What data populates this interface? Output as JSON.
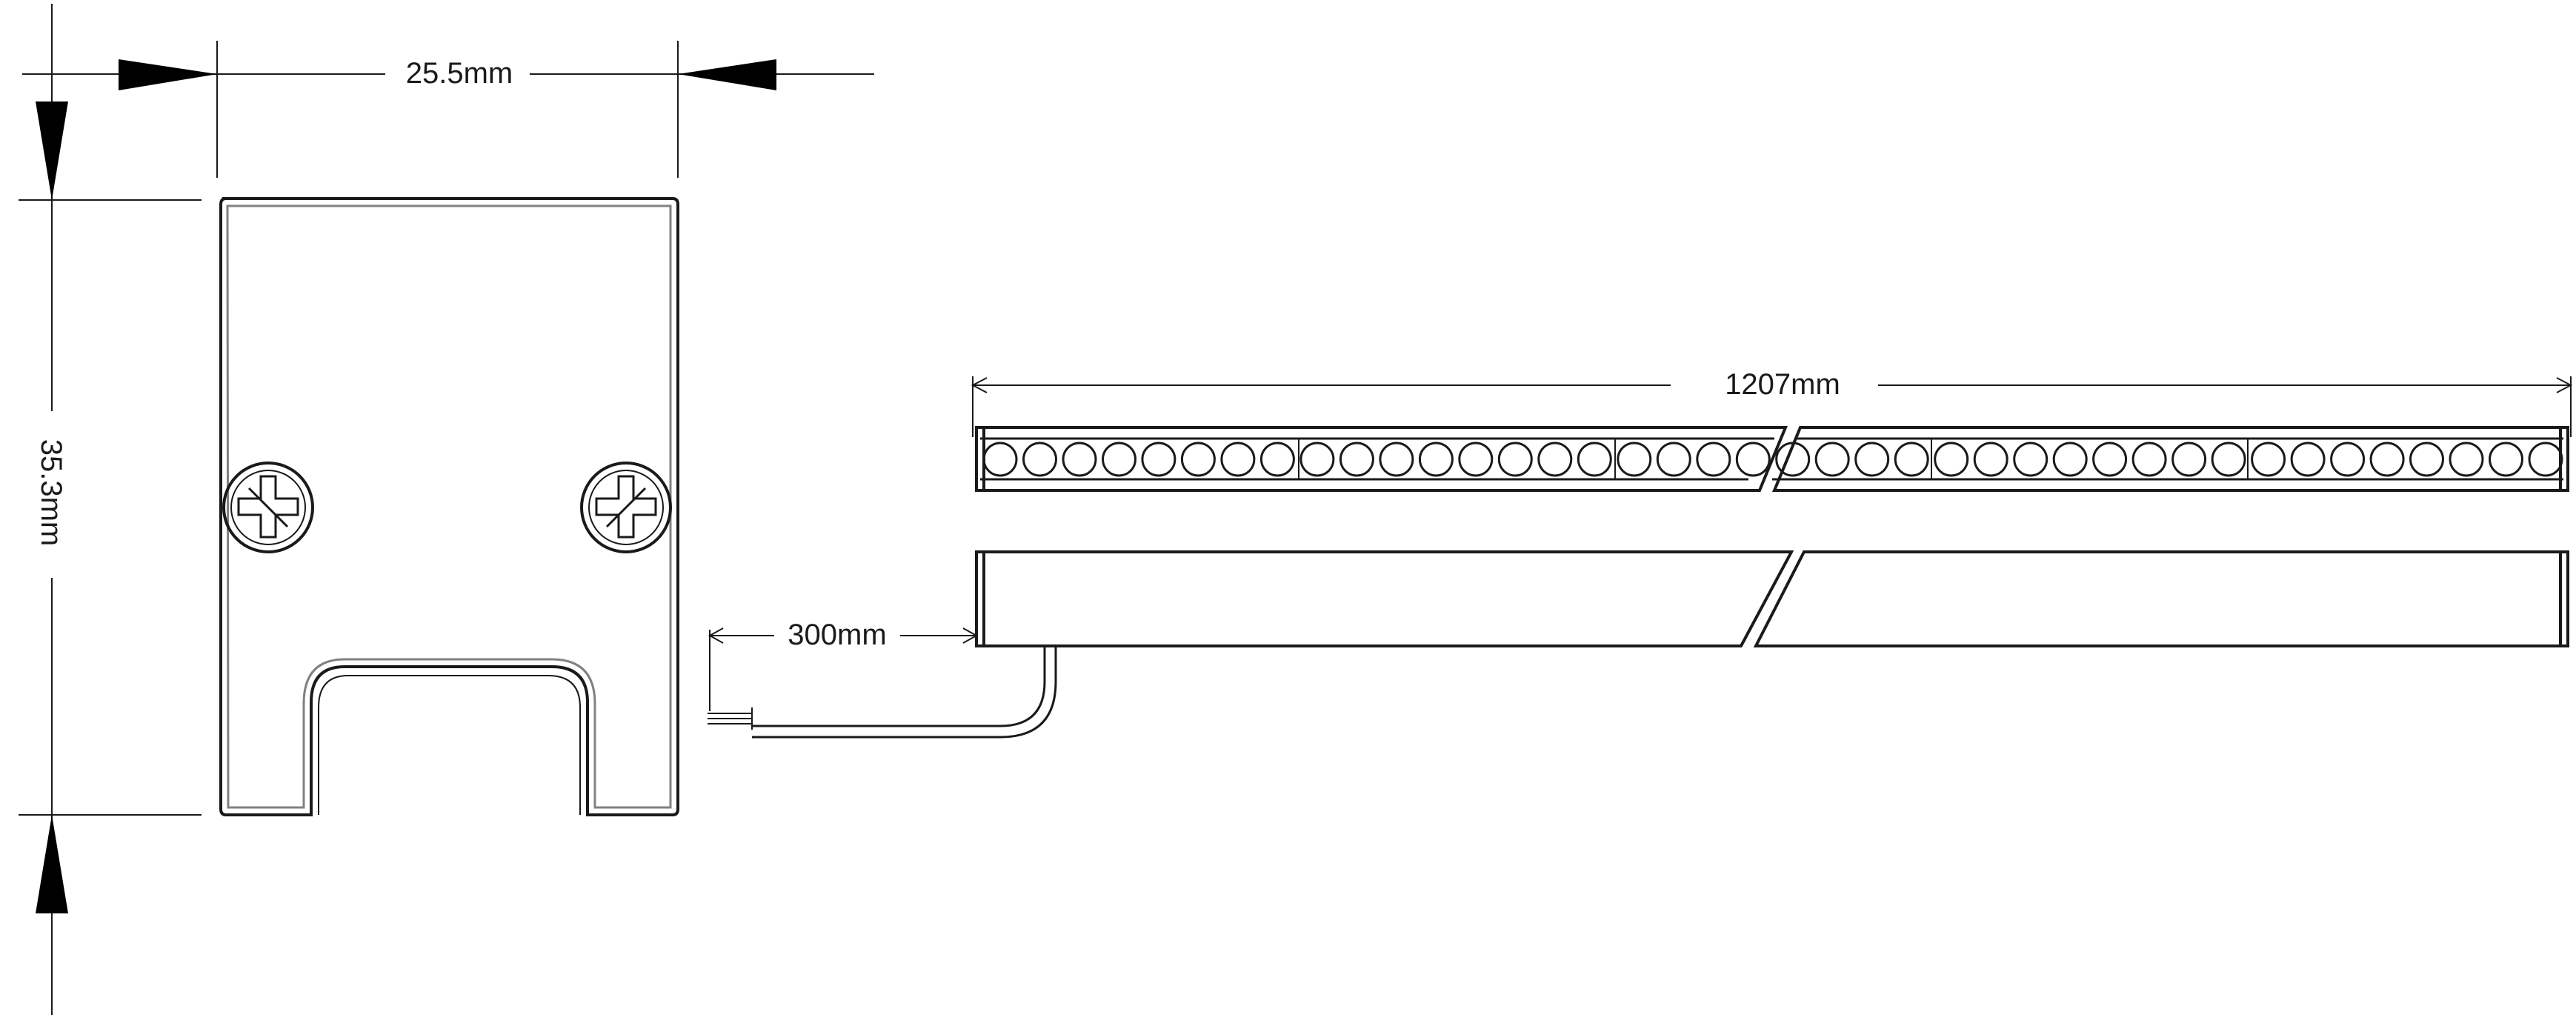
{
  "dimensions": {
    "bracket_width": "25.5mm",
    "bracket_height": "35.3mm",
    "fixture_length": "1207mm",
    "cable_length": "300mm"
  },
  "led_count_visible": 40,
  "colors": {
    "line": "#1a1a1a",
    "background": "#ffffff"
  }
}
